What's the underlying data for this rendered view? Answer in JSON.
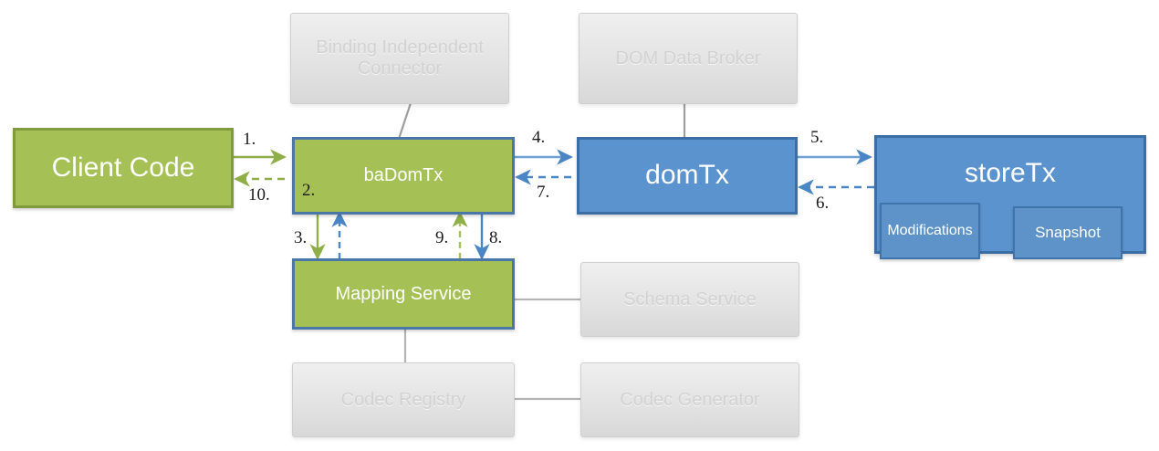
{
  "diagram": {
    "title": "baDomTx transaction flow",
    "colors": {
      "green_fill": "#a5c156",
      "blue_fill": "#5b93ce",
      "blue_border": "#3a6ea5",
      "grey_fill": "#e3e3e3",
      "grey_text": "#d2d2d2",
      "green_arrow": "#8fae48",
      "blue_arrow": "#4a86c5",
      "grey_connector": "#9e9e9e"
    },
    "nodes": {
      "client_code": {
        "label": "Client Code",
        "kind": "green"
      },
      "badomtx": {
        "label": "baDomTx",
        "kind": "green"
      },
      "domtx": {
        "label": "domTx",
        "kind": "blue"
      },
      "storetx": {
        "label": "storeTx",
        "kind": "blue"
      },
      "modifications": {
        "label": "Modifications",
        "kind": "blue-sub"
      },
      "snapshot": {
        "label": "Snapshot",
        "kind": "blue-sub"
      },
      "mapping_service": {
        "label": "Mapping Service",
        "kind": "green"
      },
      "binding_independent_connector": {
        "label": "Binding Independent Connector",
        "kind": "grey"
      },
      "dom_data_broker": {
        "label": "DOM Data Broker",
        "kind": "grey"
      },
      "schema_service": {
        "label": "Schema Service",
        "kind": "grey"
      },
      "codec_registry": {
        "label": "Codec Registry",
        "kind": "grey"
      },
      "codec_generator": {
        "label": "Codec Generator",
        "kind": "grey"
      }
    },
    "steps": [
      {
        "id": "1",
        "label": "1.",
        "from": "client_code",
        "to": "badomtx",
        "style": "solid",
        "color": "green"
      },
      {
        "id": "2",
        "label": "2.",
        "from": "badomtx",
        "to": "badomtx",
        "style": "none",
        "color": "green"
      },
      {
        "id": "3",
        "label": "3.",
        "from": "badomtx",
        "to": "mapping_service",
        "style": "solid",
        "color": "green"
      },
      {
        "id": "4",
        "label": "4.",
        "from": "badomtx",
        "to": "domtx",
        "style": "solid",
        "color": "blue"
      },
      {
        "id": "5",
        "label": "5.",
        "from": "domtx",
        "to": "storetx",
        "style": "solid",
        "color": "blue"
      },
      {
        "id": "6",
        "label": "6.",
        "from": "storetx",
        "to": "domtx",
        "style": "dashed",
        "color": "blue"
      },
      {
        "id": "7",
        "label": "7.",
        "from": "domtx",
        "to": "badomtx",
        "style": "dashed",
        "color": "blue"
      },
      {
        "id": "8",
        "label": "8.",
        "from": "badomtx",
        "to": "mapping_service",
        "style": "solid",
        "color": "blue"
      },
      {
        "id": "9",
        "label": "9.",
        "from": "mapping_service",
        "to": "badomtx",
        "style": "dashed",
        "color": "green"
      },
      {
        "id": "10",
        "label": "10.",
        "from": "badomtx",
        "to": "client_code",
        "style": "dashed",
        "color": "green"
      }
    ]
  }
}
